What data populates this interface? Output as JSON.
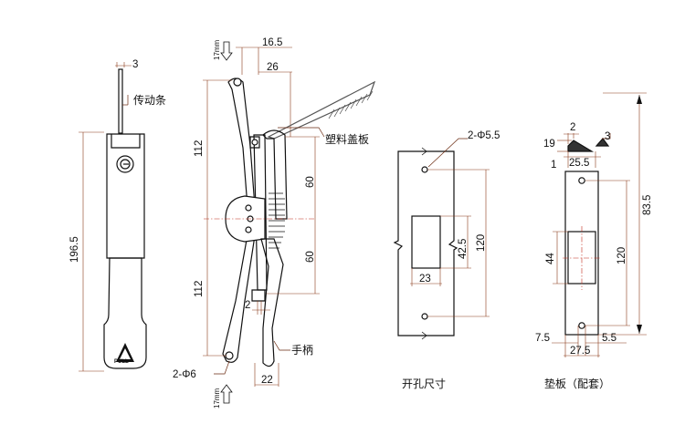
{
  "front_view": {
    "dims": {
      "rod_width": "3",
      "overall_length": "196.5"
    },
    "labels": {
      "drive_rod": "传动条"
    },
    "badge": {
      "text": "PULL"
    }
  },
  "side_view": {
    "dims": {
      "open_travel_top": "16.5",
      "open_note_top": "17mm",
      "body_depth": "26",
      "upper_arm": "112",
      "lower_arm": "112",
      "upper_body": "60",
      "lower_body": "60",
      "gap": "2",
      "hole": "2-Φ6",
      "handle_width": "22",
      "open_note_bottom": "17mm"
    },
    "labels": {
      "plastic_cover": "塑料盖板",
      "handle": "手柄"
    }
  },
  "cutout_view": {
    "dims": {
      "holes": "2-Φ5.5",
      "hole_pitch": "120",
      "cut_height": "42.5",
      "cut_width": "23"
    },
    "caption": "开孔尺寸"
  },
  "gasket_view": {
    "dims": {
      "top_thickness": "2",
      "lip_height": "19",
      "lip_right": "3",
      "lip_base": "1",
      "top_width": "25.5",
      "overall_height": "83.5",
      "hole_pitch": "120",
      "window_height": "44",
      "hole_offset_left": "7.5",
      "hole_offset_right": "5.5",
      "bottom_width": "27.5"
    },
    "caption": "垫板（配套）"
  },
  "colors": {
    "line": "#111111",
    "dimension_line": "#8a3a1a",
    "center_line": "#c02a1a"
  }
}
